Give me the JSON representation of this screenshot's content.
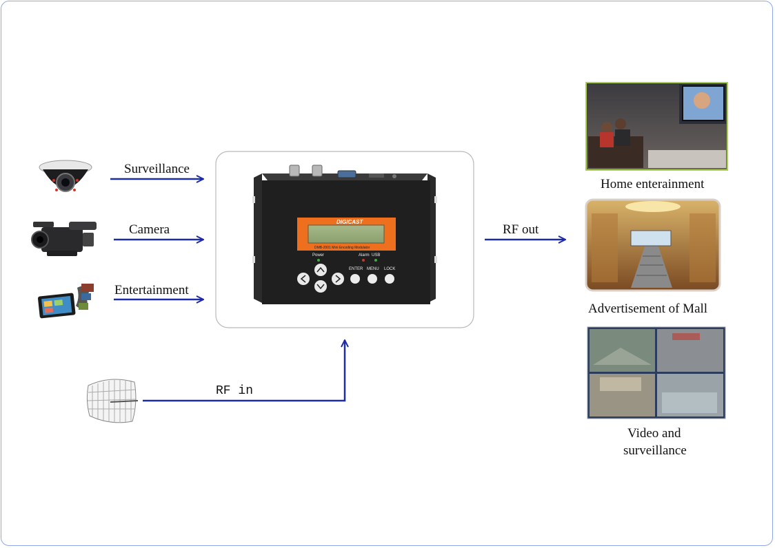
{
  "inputs": {
    "surveillance_label": "Surveillance",
    "camera_label": "Camera",
    "entertainment_label": "Entertainment",
    "rf_in_label": "RF in"
  },
  "output": {
    "rf_out_label": "RF out",
    "home_label": "Home enterainment",
    "mall_label": "Advertisement of Mall",
    "video_label_line1": "Video and",
    "video_label_line2": "surveillance"
  },
  "device": {
    "brand": "DIGICAST",
    "model": "DMB-2001 Mini Encoding Modulator",
    "power_label": "Power",
    "alarm_label": "Alarm",
    "usb_label": "USB",
    "enter_label": "ENTER",
    "menu_label": "MENU",
    "lock_label": "LOCK"
  },
  "icons": {
    "dome_camera": "dome-camera-icon",
    "camcorder": "camcorder-icon",
    "tablet_media": "tablet-media-icon",
    "grid_antenna": "grid-antenna-icon"
  },
  "colors": {
    "arrow": "#1c2aa8",
    "frame_border": "#8fa6e6",
    "panel_orange": "#ee6f1d"
  }
}
